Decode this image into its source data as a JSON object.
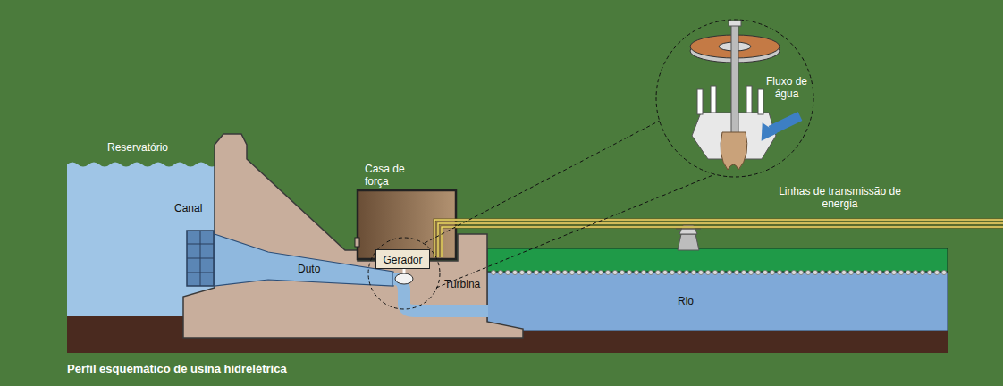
{
  "diagram": {
    "caption": "Perfil esquemático de usina hidrelétrica",
    "nodes": [
      {
        "text": [
          "Casa de força"
        ]
      },
      {
        "text": [
          "Gerador"
        ],
        "in": 0
      }
    ],
    "labels": [
      "Reservatório",
      "Canal",
      "Duto",
      "Turbina",
      "Rio",
      "Linhas de transmissão de energia",
      "Fluxo de água"
    ]
  }
}
